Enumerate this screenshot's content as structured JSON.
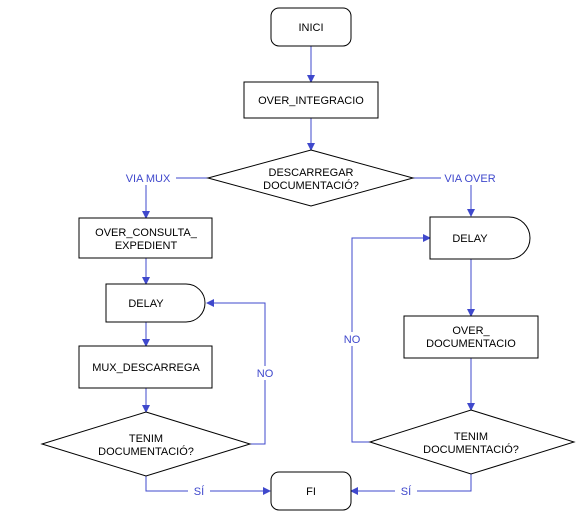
{
  "colors": {
    "connector": "#3f48cc",
    "node_stroke": "#000000",
    "background": "#ffffff"
  },
  "nodes": {
    "inici": {
      "label": "INICI"
    },
    "over_integracio": {
      "label": "OVER_INTEGRACIO"
    },
    "decision_descarregar": {
      "line1": "DESCARREGAR",
      "line2": "DOCUMENTACIÓ?"
    },
    "over_consulta": {
      "line1": "OVER_CONSULTA_",
      "line2": "EXPEDIENT"
    },
    "delay_left": {
      "label": "DELAY"
    },
    "mux_descarrega": {
      "label": "MUX_DESCARREGA"
    },
    "decision_tenim_left": {
      "line1": "TENIM",
      "line2": "DOCUMENTACIÓ?"
    },
    "delay_right": {
      "label": "DELAY"
    },
    "over_documentacio": {
      "line1": "OVER_",
      "line2": "DOCUMENTACIO"
    },
    "decision_tenim_right": {
      "line1": "TENIM",
      "line2": "DOCUMENTACIÓ?"
    },
    "fi": {
      "label": "FI"
    }
  },
  "edges": {
    "via_mux": "VIA MUX",
    "via_over": "VIA OVER",
    "no_left": "NO",
    "no_right": "NO",
    "si_left": "SÍ",
    "si_right": "SÍ"
  }
}
